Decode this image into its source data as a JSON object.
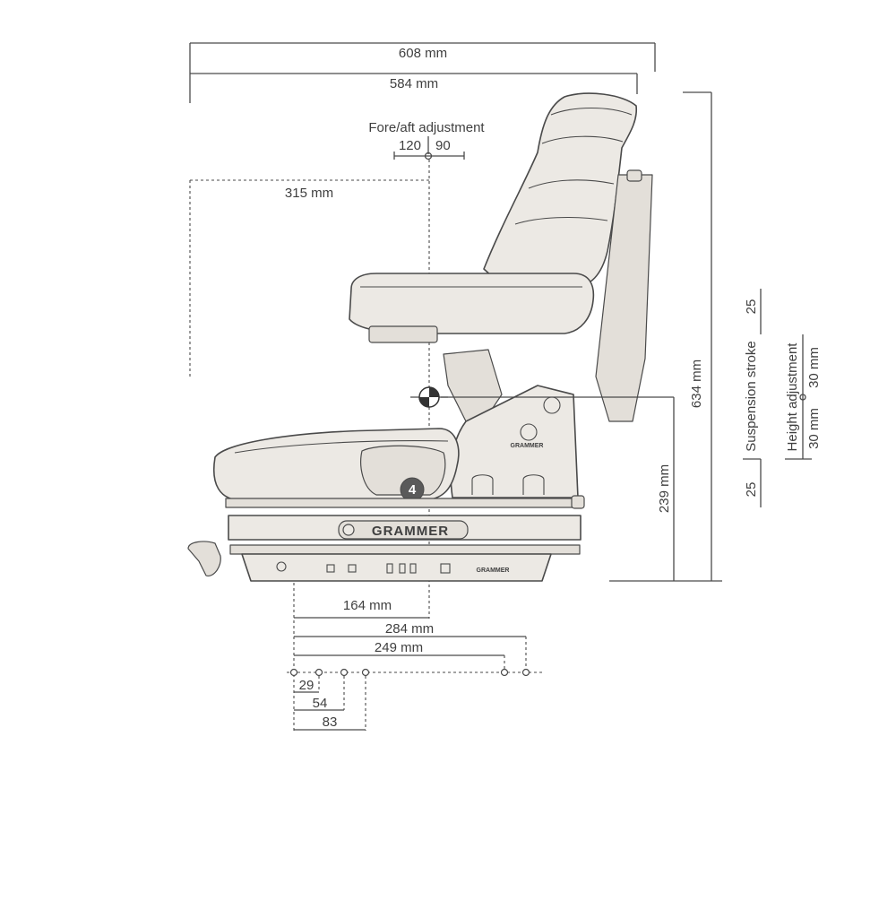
{
  "dimensions": {
    "overall_width": "608 mm",
    "base_width": "584 mm",
    "fore_aft_title": "Fore/aft adjustment",
    "fore_aft_left": "120",
    "fore_aft_right": "90",
    "sip_offset": "315 mm",
    "total_height": "634 mm",
    "sip_height": "239 mm",
    "suspension_top": "25",
    "suspension_label": "Suspension stroke",
    "suspension_bottom": "25",
    "height_adj_label": "Height adjustment",
    "height_adj_up": "30 mm",
    "height_adj_down": "30 mm",
    "mount_164": "164 mm",
    "mount_284": "284 mm",
    "mount_249": "249 mm",
    "hole_29": "29",
    "hole_54": "54",
    "hole_83": "83"
  },
  "branding": {
    "base_logo": "GRAMMER",
    "bracket_logo": "GRAMMER",
    "rail_logo": "GRAMMER"
  },
  "callout": {
    "number": "4"
  }
}
